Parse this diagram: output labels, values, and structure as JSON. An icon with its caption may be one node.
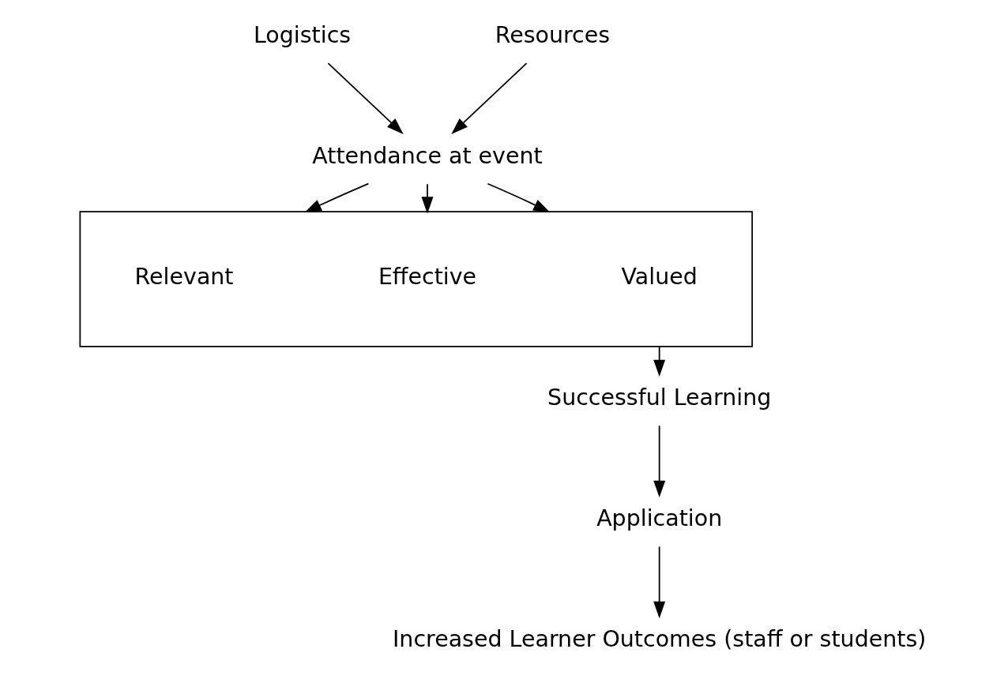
{
  "diagram": {
    "nodes": [
      {
        "text": [
          "Logistics"
        ]
      },
      {
        "text": [
          "Resources"
        ]
      },
      {
        "text": [
          "Attendance at event"
        ]
      },
      {
        "text": [],
        "shape": "box"
      },
      {
        "text": [
          "Valued"
        ],
        "in": 3
      },
      {
        "text": [
          "Effective"
        ],
        "in": 3
      },
      {
        "text": [
          "Relevant"
        ],
        "in": 3
      },
      {
        "text": [
          "Successful Learning"
        ]
      },
      {
        "text": [
          "Application"
        ]
      },
      {
        "text": [
          "Increased Learner Outcomes (staff or students)"
        ]
      }
    ],
    "edges": [
      {
        "from": 0,
        "to": 2,
        "arrow": "to"
      },
      {
        "from": 1,
        "to": 2,
        "arrow": "to"
      },
      {
        "from": 2,
        "to": 4,
        "arrow": "to"
      },
      {
        "from": 2,
        "to": 5,
        "arrow": "to"
      },
      {
        "from": 2,
        "to": 6,
        "arrow": "to"
      },
      {
        "from": 3,
        "to": 7,
        "arrow": "to"
      },
      {
        "from": 7,
        "to": 8,
        "arrow": "to"
      },
      {
        "from": 8,
        "to": 9,
        "arrow": "to"
      }
    ]
  }
}
